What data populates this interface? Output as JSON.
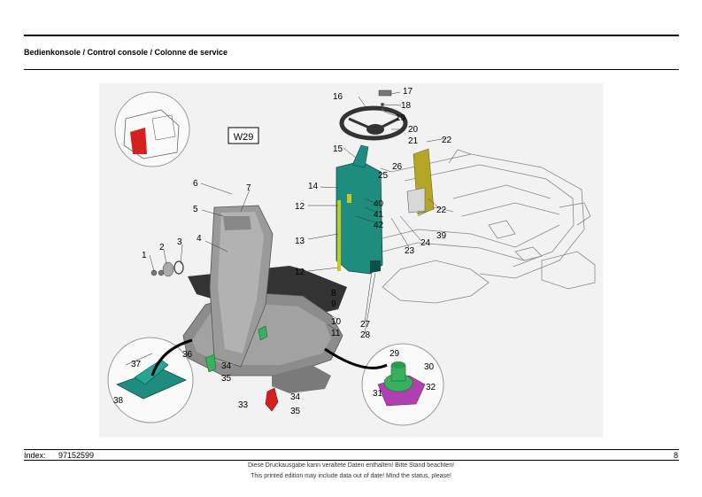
{
  "header": {
    "title": "Bedienkonsole / Control console / Colonne de service"
  },
  "figure": {
    "tag": "W29",
    "callouts": {
      "c1": "1",
      "c2": "2",
      "c3": "3",
      "c4": "4",
      "c5": "5",
      "c6": "6",
      "c7": "7",
      "c8": "8",
      "c9": "9",
      "c10": "10",
      "c11": "11",
      "c12a": "12",
      "c12b": "12",
      "c13": "13",
      "c14": "14",
      "c15": "15",
      "c16": "16",
      "c17": "17",
      "c18": "18",
      "c19": "19",
      "c20": "20",
      "c21": "21",
      "c22a": "22",
      "c22b": "22",
      "c23": "23",
      "c24": "24",
      "c25": "25",
      "c26": "26",
      "c27": "27",
      "c28": "28",
      "c29": "29",
      "c30": "30",
      "c31": "31",
      "c32": "32",
      "c33": "33",
      "c34a": "34",
      "c34b": "34",
      "c35a": "35",
      "c35b": "35",
      "c36": "36",
      "c37": "37",
      "c38": "38",
      "c39": "39",
      "c40": "40",
      "c41": "41",
      "c42": "42"
    },
    "colors": {
      "teal": "#1e8c7e",
      "red": "#d62020",
      "yellow": "#c8c81e",
      "olive": "#b5a628",
      "purple": "#b040b0",
      "green": "#38b060"
    }
  },
  "footer": {
    "index_label": "Index:",
    "index_value": "97152599",
    "page_number": "8",
    "note_de": "Diese Druckausgabe kann veraltete Daten enthalten! Bitte Stand beachten!",
    "note_en": "This printed edition may include data out of date! Mind the status, please!"
  }
}
